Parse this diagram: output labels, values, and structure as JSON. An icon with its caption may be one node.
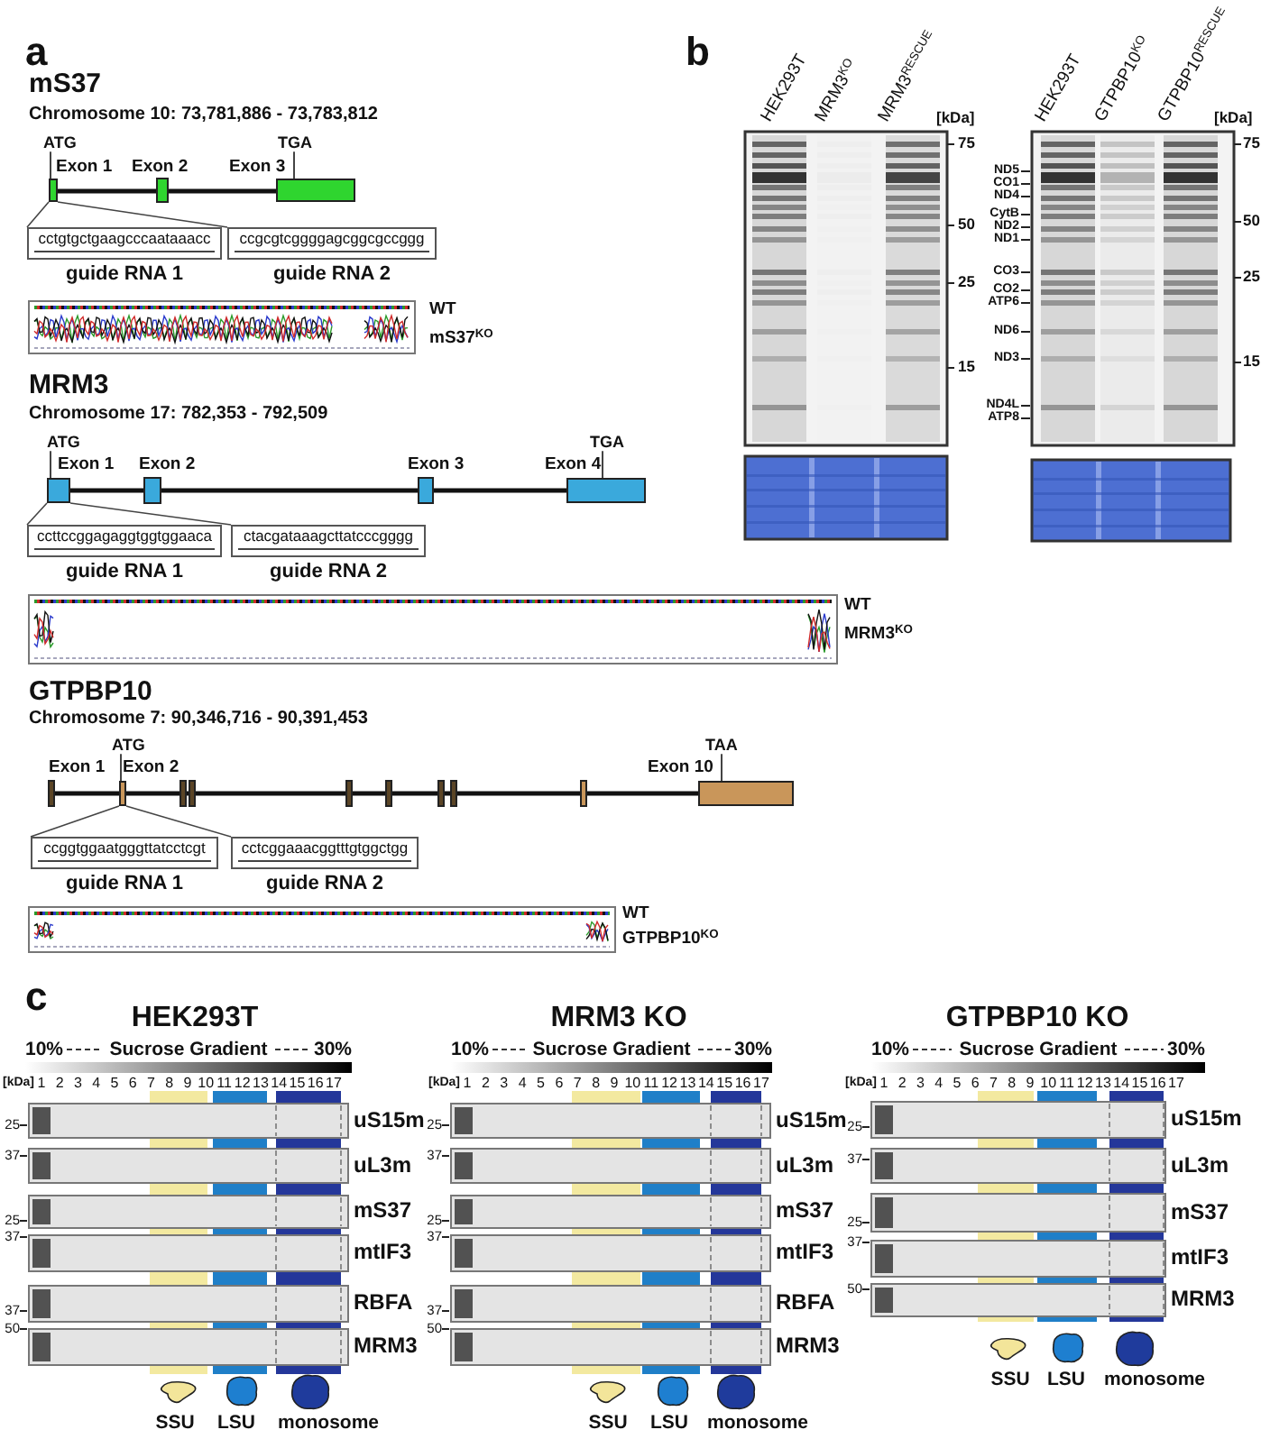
{
  "diagram": {
    "nodes": [
      {
        "text": [
          "ATG"
        ]
      },
      {
        "text": [
          "TGA"
        ]
      },
      {
        "text": [],
        "shape": "box"
      },
      {
        "text": [],
        "shape": "box"
      },
      {
        "text": [
          "cctgtgctgaagcccaataaacc"
        ],
        "beside": [
          "guide RNA 1"
        ]
      },
      {
        "text": [
          "ccgcgtcggggagcggcgccggg"
        ],
        "beside": [
          "guide RNA 2"
        ]
      },
      {
        "text": [
          "ATG"
        ]
      },
      {
        "text": [
          "TGA"
        ]
      },
      {
        "text": [],
        "shape": "box"
      },
      {
        "text": [],
        "shape": "box"
      },
      {
        "text": [
          "ccttccggagaggtggtggaaca"
        ],
        "beside": [
          "guide RNA 1"
        ]
      },
      {
        "text": [
          "ctacgataaagcttatcccgggg"
        ],
        "beside": [
          "guide RNA 2"
        ]
      },
      {
        "text": [
          "ATG"
        ]
      },
      {
        "text": [
          "TAA"
        ]
      },
      {
        "text": [],
        "shape": "box"
      },
      {
        "text": [],
        "shape": "box"
      },
      {
        "text": [
          "ccggtggaatgggttatcctcgt"
        ],
        "beside": [
          "guide RNA 1"
        ]
      },
      {
        "text": [
          "cctcggaaacggtttgtggctgg"
        ],
        "beside": [
          "guide RNA 2"
        ]
      }
    ],
    "edges": [
      {
        "from": 0,
        "to": 2,
        "arrow": "none"
      },
      {
        "from": 1,
        "to": 3,
        "arrow": "none"
      },
      {
        "from": 2,
        "to": 4,
        "arrow": "none"
      },
      {
        "from": 2,
        "to": 5,
        "arrow": "none"
      },
      {
        "from": 6,
        "to": 8,
        "arrow": "none"
      },
      {
        "from": 7,
        "to": 9,
        "arrow": "none"
      },
      {
        "from": 8,
        "to": 10,
        "arrow": "none"
      },
      {
        "from": 8,
        "to": 11,
        "arrow": "none"
      },
      {
        "from": 12,
        "to": 14,
        "arrow": "none"
      },
      {
        "from": 13,
        "to": 15,
        "arrow": "none"
      },
      {
        "from": 14,
        "to": 16,
        "arrow": "none"
      },
      {
        "from": 14,
        "to": 17,
        "arrow": "none"
      }
    ],
    "labels": [
      "a",
      "mS37",
      "Chromosome 10: 73,781,886 - 73,783,812",
      "Exon 1",
      "Exon 2",
      "Exon 3",
      "WT",
      "mS37$^{KO}$",
      "MRM3",
      "Chromosome 17: 782,353 - 792,509",
      "Exon 1",
      "Exon 2",
      "Exon 3",
      "Exon 4",
      "WT",
      "MRM3$^{KO}$",
      "GTPBP10",
      "Chromosome 7: 90,346,716 - 90,391,453",
      "Exon 1",
      "Exon 2",
      "Exon 10",
      "WT",
      "GTPBP10$^{KO}$",
      "b",
      "HEK293T",
      "MRM3$^{KO}$",
      "MRM3$^{RESCUE}$",
      "[kDa]",
      "75",
      "50",
      "25",
      "15",
      "ND5",
      "CO1",
      "ND4",
      "CytB",
      "ND2",
      "ND1",
      "CO3",
      "CO2",
      "ATP6",
      "ND6",
      "ND3",
      "ND4L",
      "ATP8",
      "HEK293T",
      "GTPBP10$^{KO}$",
      "GTPBP10$^{RESCUE}$",
      "[kDa]",
      "75",
      "50",
      "25",
      "15",
      "c",
      "HEK293T",
      "10%",
      "Sucrose Gradient",
      "30%",
      "[kDa]",
      "1",
      "2",
      "3",
      "4",
      "5",
      "6",
      "7",
      "8",
      "9",
      "10",
      "11",
      "12",
      "13",
      "14",
      "15",
      "16",
      "17",
      "25",
      "uS15m",
      "37",
      "uL3m",
      "25",
      "mS37",
      "37",
      "mtIF3",
      "37",
      "RBFA",
      "50",
      "MRM3",
      "SSU",
      "LSU",
      "monosome",
      "MRM3 KO",
      "10%",
      "Sucrose Gradient",
      "30%",
      "[kDa]",
      "1",
      "2",
      "3",
      "4",
      "5",
      "6",
      "7",
      "8",
      "9",
      "10",
      "11",
      "12",
      "13",
      "14",
      "15",
      "16",
      "17",
      "25",
      "uS15m",
      "37",
      "uL3m",
      "25",
      "mS37",
      "37",
      "mtIF3",
      "37",
      "RBFA",
      "50",
      "MRM3",
      "SSU",
      "LSU",
      "monosome",
      "GTPBP10 KO",
      "10%",
      "Sucrose Gradient",
      "30%",
      "[kDa]",
      "1",
      "2",
      "3",
      "4",
      "5",
      "6",
      "7",
      "8",
      "9",
      "10",
      "11",
      "12",
      "13",
      "14",
      "15",
      "16",
      "17",
      "25",
      "uS15m",
      "37",
      "uL3m",
      "25",
      "mS37",
      "37",
      "mtIF3",
      "50",
      "MRM3",
      "SSU",
      "LSU",
      "monosome"
    ]
  }
}
